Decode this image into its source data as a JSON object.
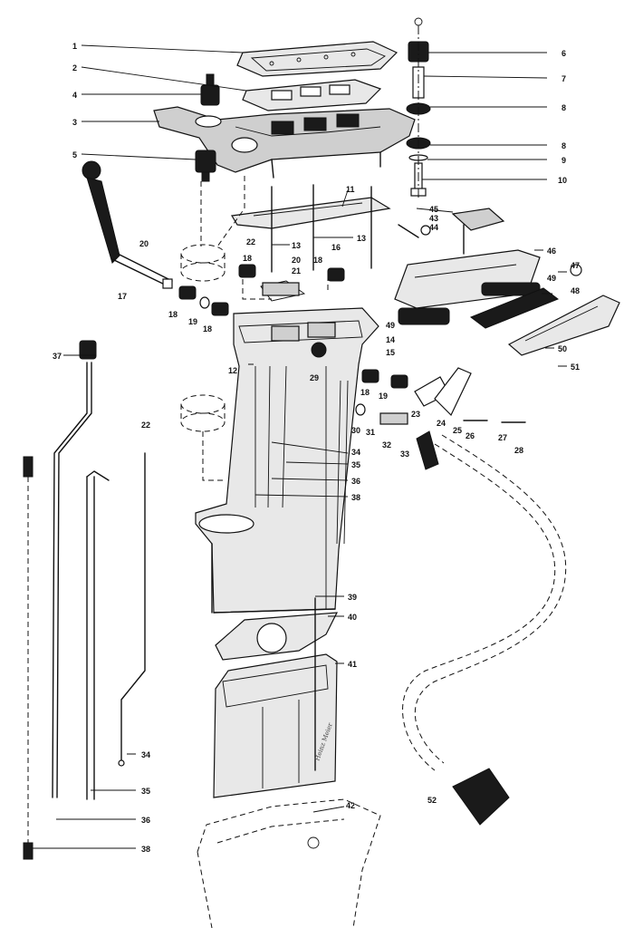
{
  "diagram": {
    "callouts": [
      "1",
      "2",
      "3",
      "4",
      "5",
      "6",
      "7",
      "8",
      "8",
      "9",
      "10",
      "11",
      "12",
      "13",
      "13",
      "14",
      "15",
      "16",
      "17",
      "18",
      "18",
      "18",
      "18",
      "18",
      "19",
      "19",
      "20",
      "20",
      "21",
      "22",
      "22",
      "23",
      "24",
      "25",
      "26",
      "27",
      "28",
      "29",
      "30",
      "31",
      "32",
      "33",
      "34",
      "34",
      "35",
      "35",
      "36",
      "36",
      "37",
      "38",
      "38",
      "39",
      "40",
      "41",
      "42",
      "43",
      "44",
      "45",
      "46",
      "47",
      "48",
      "49",
      "49",
      "50",
      "51",
      "52"
    ],
    "signature": "Heinz Meier"
  }
}
